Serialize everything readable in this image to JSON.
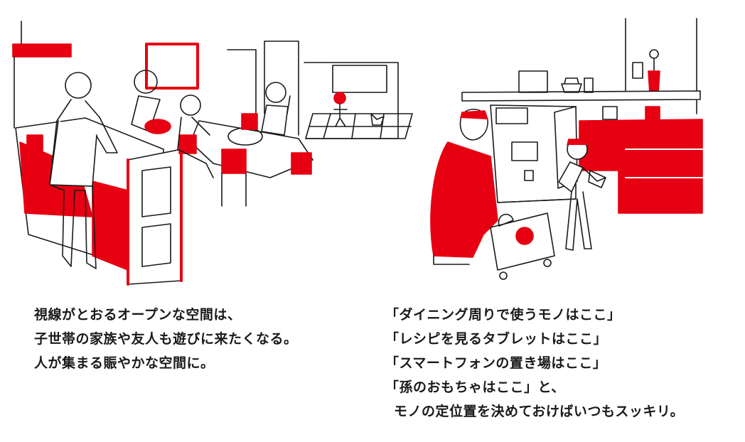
{
  "colors": {
    "accent": "#e60012",
    "ink": "#1a1a1a",
    "background": "#ffffff"
  },
  "left_caption": {
    "lines": [
      "視線がとおるオープンな空間は、",
      "子世帯の家族や友人も遊びに来たくなる。",
      "人が集まる賑やかな空間に。"
    ]
  },
  "right_caption": {
    "lines": [
      "「ダイニング周りで使うモノはここ」",
      "「レシピを見るタブレットはここ」",
      "「スマートフォンの置き場はここ」",
      "「孫のおもちゃはここ」と、",
      "モノの定位置を決めておけばいつもスッキリ。"
    ]
  }
}
